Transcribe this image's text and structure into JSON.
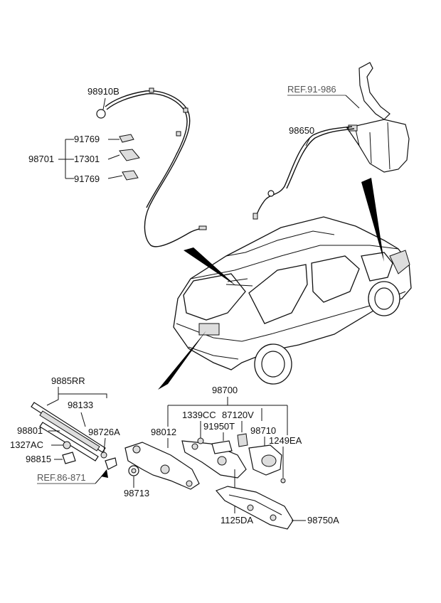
{
  "labels": {
    "p98910B": "98910B",
    "p98701": "98701",
    "p91769a": "91769",
    "p17301": "17301",
    "p91769b": "91769",
    "ref91": "REF.91-986",
    "p98650": "98650",
    "p9885RR": "9885RR",
    "p98133": "98133",
    "p98801": "98801",
    "p98726A": "98726A",
    "p1327AC": "1327AC",
    "p98815": "98815",
    "ref86": "REF.86-871",
    "p98713": "98713",
    "p98700": "98700",
    "p98012": "98012",
    "p1339CC": "1339CC",
    "p87120V": "87120V",
    "p91950T": "91950T",
    "p98710": "98710",
    "p1249EA": "1249EA",
    "p1125DA": "1125DA",
    "p98750A": "98750A"
  }
}
